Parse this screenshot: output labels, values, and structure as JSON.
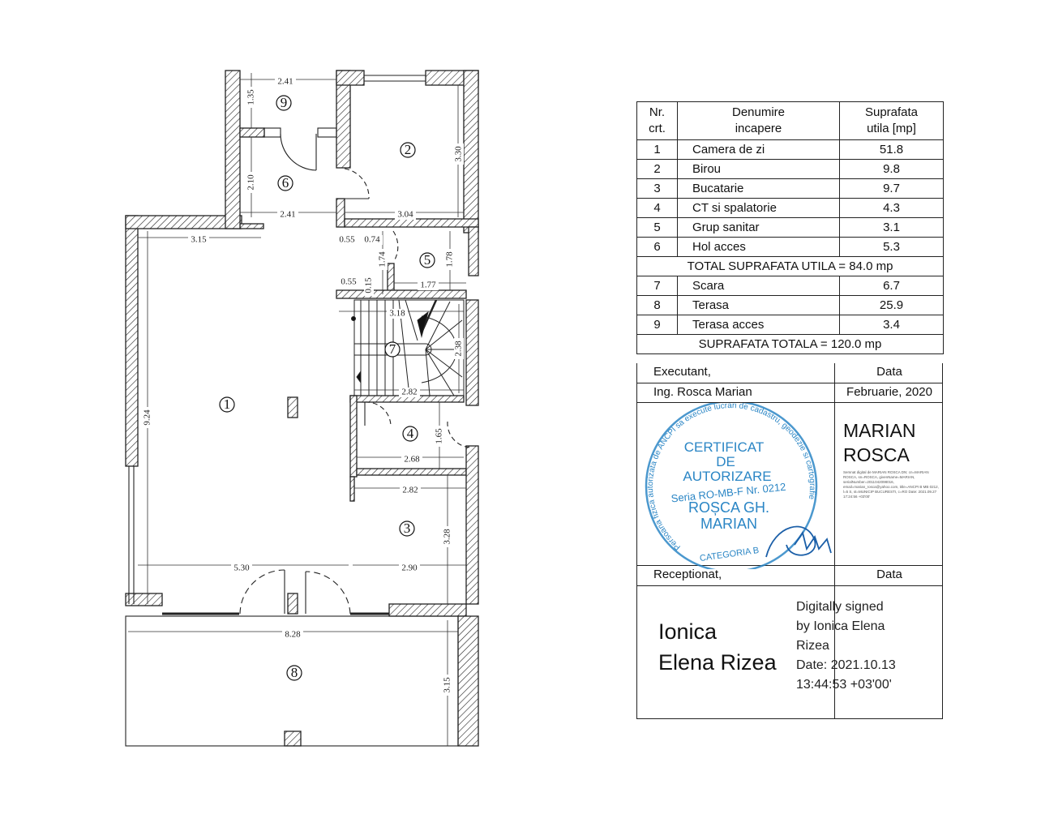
{
  "plan": {
    "rooms": [
      "1",
      "2",
      "3",
      "4",
      "5",
      "6",
      "7",
      "8",
      "9"
    ],
    "dimensions": [
      "2.41",
      "1.35",
      "2.10",
      "2.41",
      "3.04",
      "3.30",
      "3.15",
      "0.55",
      "0.74",
      "1.74",
      "1.78",
      "0.55",
      "0.15",
      "1.77",
      "3.18",
      "2.38",
      "2.82",
      "9.24",
      "1.65",
      "2.68",
      "2.82",
      "3.28",
      "5.30",
      "2.90",
      "8.28",
      "3.15"
    ]
  },
  "table": {
    "header": {
      "nr": "Nr.\ncrt.",
      "name": "Denumire\nincapere",
      "area": "Suprafata\nutila [mp]"
    },
    "rows1": [
      {
        "nr": "1",
        "name": "Camera de zi",
        "area": "51.8"
      },
      {
        "nr": "2",
        "name": "Birou",
        "area": "9.8"
      },
      {
        "nr": "3",
        "name": "Bucatarie",
        "area": "9.7"
      },
      {
        "nr": "4",
        "name": "CT si spalatorie",
        "area": "4.3"
      },
      {
        "nr": "5",
        "name": "Grup sanitar",
        "area": "3.1"
      },
      {
        "nr": "6",
        "name": "Hol acces",
        "area": "5.3"
      }
    ],
    "total_utila": "TOTAL SUPRAFATA UTILA = 84.0 mp",
    "rows2": [
      {
        "nr": "7",
        "name": "Scara",
        "area": "6.7"
      },
      {
        "nr": "8",
        "name": "Terasa",
        "area": "25.9"
      },
      {
        "nr": "9",
        "name": "Terasa acces",
        "area": "3.4"
      }
    ],
    "total": "SUPRAFATA TOTALA = 120.0 mp"
  },
  "signatures": {
    "executant_label": "Executant,",
    "data_label": "Data",
    "executant_name": "Ing. Rosca Marian",
    "executant_date": "Februarie, 2020",
    "stamp": {
      "ring_text": "Persoana fizica autorizata de ANCPI sa execute lucrari de cadastru, geodezie si cartografie",
      "line1": "CERTIFICAT",
      "line2": "DE",
      "line3": "AUTORIZARE",
      "line4": "Seria RO-MB-F Nr. 0212",
      "line5": "ROȘCA GH.",
      "line6": "MARIAN",
      "bottom": "CATEGORIA B",
      "color": "#2b86c5"
    },
    "signer1_first": "MARIAN",
    "signer1_last": "ROSCA",
    "signer1_details": "Semnat digital de MARIAN ROSCA DN: cn=MARIAN ROSCA, sn=ROSCA, givenName=MARIAN, serialNumber=2011042098016, email=marian_rosca@yahoo.com, title=ANCPI B MB 0212, l=5 S, st=MUNICIP BUCURESTI, c=RO Date: 2021.09.27 17:24:56 +03'00'",
    "receptionat_label": "Receptionat,",
    "data_label2": "Data",
    "signer2_line1": "Ionica",
    "signer2_line2": "Elena Rizea",
    "signer2_sig1": "Digitally signed",
    "signer2_sig2": "by Ionica Elena",
    "signer2_sig3": "Rizea",
    "signer2_sig4": "Date: 2021.10.13",
    "signer2_sig5": "13:44:53 +03'00'"
  }
}
